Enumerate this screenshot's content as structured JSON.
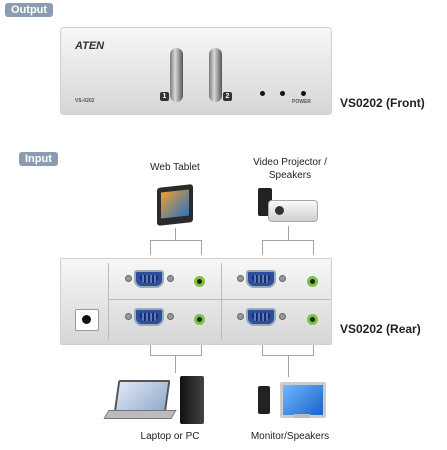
{
  "sections": {
    "output": "Output",
    "input": "Input"
  },
  "front": {
    "brand": "ATEN",
    "model_small": "VS-0202",
    "port1": "1",
    "port2": "2",
    "power": "POWER",
    "label": "VS0202 (Front)"
  },
  "rear": {
    "label": "VS0202 (Rear)"
  },
  "devices": {
    "web_tablet": "Web Tablet",
    "projector": "Video Projector / Speakers",
    "laptop_pc": "Laptop or PC",
    "monitor": "Monitor/Speakers"
  },
  "colors": {
    "tag_bg": "#8a9cb0",
    "vga_blue": "#2c4f9c",
    "audio_green": "#7bc142"
  }
}
